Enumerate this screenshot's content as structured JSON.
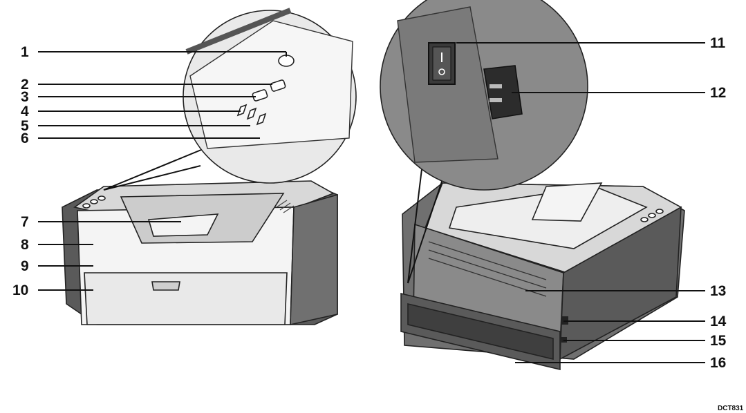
{
  "callouts": {
    "left": [
      "1",
      "2",
      "3",
      "4",
      "5",
      "6",
      "7",
      "8",
      "9",
      "10"
    ],
    "right": [
      "11",
      "12",
      "13",
      "14",
      "15",
      "16"
    ]
  },
  "figure_code": "DCT831",
  "colors": {
    "body_dark": "#5a5a5a",
    "body_mid": "#8a8a8a",
    "body_light": "#d8d8d8",
    "panel_white": "#f4f4f4",
    "outline": "#222222"
  }
}
